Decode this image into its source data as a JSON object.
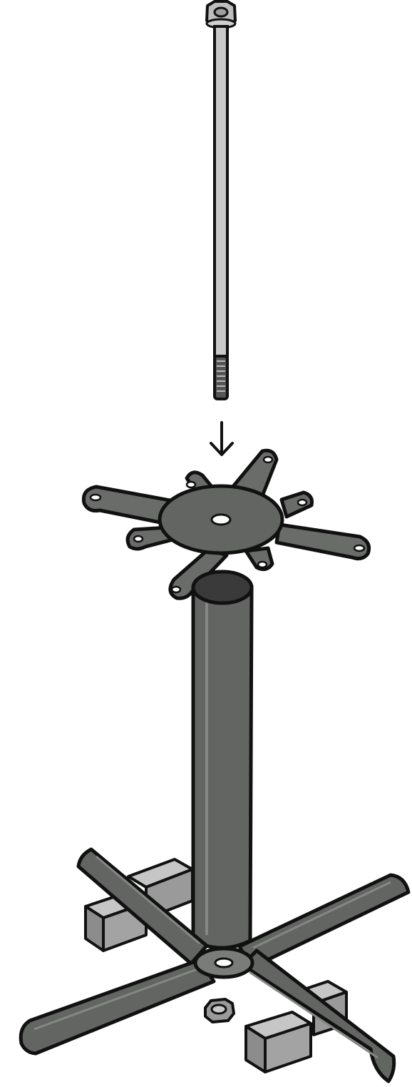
{
  "diagram": {
    "type": "exploded-assembly-illustration",
    "parts": [
      {
        "name": "long-threaded-rod",
        "icon": "rod-with-hex-nut-icon"
      },
      {
        "name": "spider-top-plate",
        "icon": "five-arm-spider-plate-icon"
      },
      {
        "name": "column",
        "icon": "cylindrical-column-icon"
      },
      {
        "name": "x-base",
        "icon": "four-leg-cross-base-icon"
      },
      {
        "name": "bottom-nut",
        "icon": "hex-nut-icon"
      },
      {
        "name": "foot-blocks",
        "icon": "rectangular-block-icon"
      }
    ],
    "assembly_direction": "down",
    "colors": {
      "outline": "#111111",
      "dark_metal": "#636563",
      "mid_metal": "#7a7c7a",
      "light_metal": "#c9c9c9",
      "block_gray": "#a3a3a3",
      "hole_white": "#ffffff"
    }
  }
}
